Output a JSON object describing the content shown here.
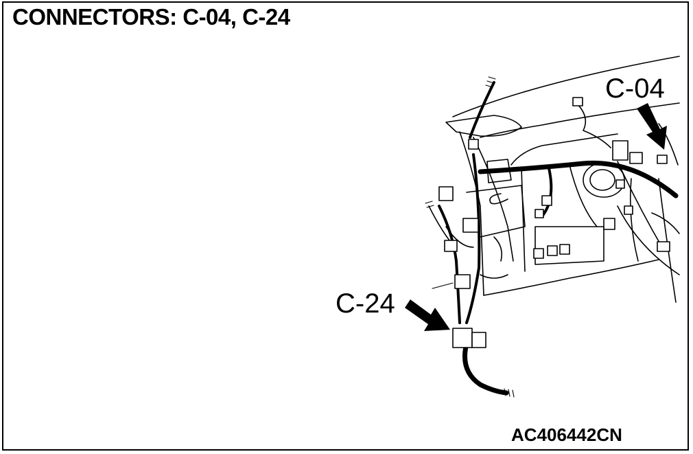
{
  "title": "CONNECTORS: C-04, C-24",
  "figure_id": "AC406442CN",
  "callouts": {
    "c04": "C-04",
    "c24": "C-24"
  }
}
